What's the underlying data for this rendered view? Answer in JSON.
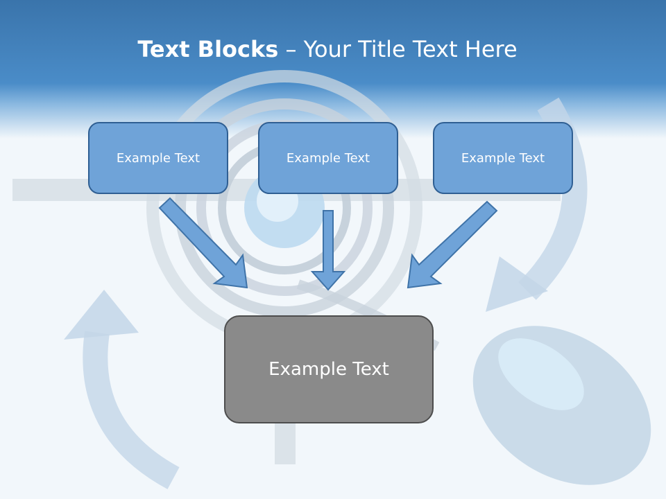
{
  "title": {
    "bold": "Text Blocks",
    "rest": " – Your Title Text Here"
  },
  "blocks": {
    "top": [
      "Example Text",
      "Example Text",
      "Example Text"
    ],
    "bottom": "Example Text"
  },
  "colors": {
    "header": "#4a8cc8",
    "top_box_fill": "#6fa3d8",
    "top_box_border": "#2f5f93",
    "bottom_box_fill": "#8a8a8a",
    "arrow": "#6fa3d8"
  }
}
